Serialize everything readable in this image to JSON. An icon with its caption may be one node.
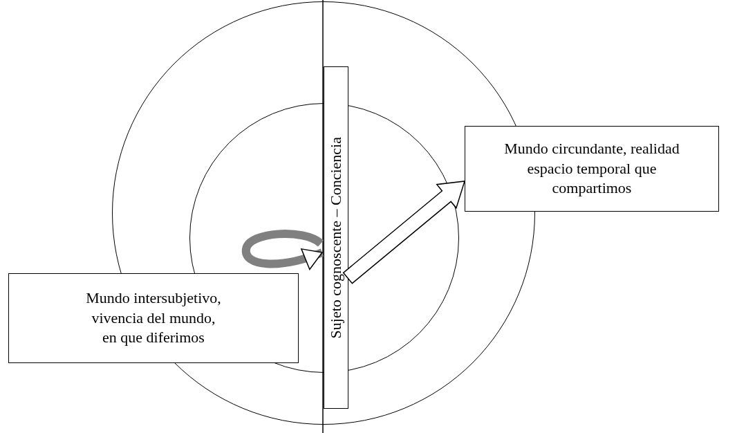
{
  "diagram": {
    "nodes": [
      {
        "text": [],
        "shape": "circle"
      },
      {
        "text": [],
        "shape": "circle",
        "in": 0
      },
      {
        "text": [
          "Sujeto cognoscente – Conciencia"
        ],
        "in": 0
      },
      {
        "text": [
          "Mundo circundante, realidad espacio temporal que compartimos"
        ]
      },
      {
        "text": [
          "Mundo intersubjetivo, vivencia del mundo, en que diferimos"
        ]
      }
    ],
    "edges": [
      {
        "from": 1,
        "to": 2,
        "arrow": "to"
      },
      {
        "from": 2,
        "to": 3,
        "arrow": "to"
      }
    ]
  }
}
